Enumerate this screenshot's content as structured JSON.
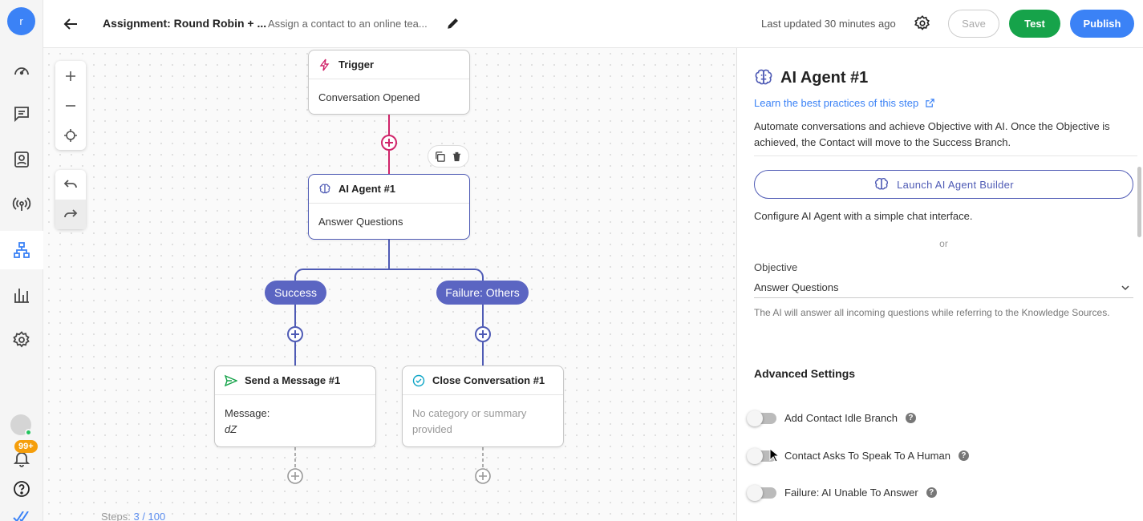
{
  "nav": {
    "avatar_initial": "r",
    "badge": "99+"
  },
  "header": {
    "title": "Assignment: Round Robin + ...",
    "subtitle": "Assign a contact to an online tea...",
    "last_updated": "Last updated 30 minutes ago",
    "save_label": "Save",
    "test_label": "Test",
    "publish_label": "Publish"
  },
  "canvas": {
    "trigger": {
      "title": "Trigger",
      "body": "Conversation Opened"
    },
    "agent": {
      "title": "AI Agent #1",
      "body": "Answer Questions"
    },
    "branch_success": "Success",
    "branch_failure": "Failure: Others",
    "send": {
      "title": "Send a Message #1",
      "body_label": "Message:",
      "body_value": "dZ"
    },
    "close": {
      "title": "Close Conversation #1",
      "body": "No category or summary provided"
    },
    "steps_label": "Steps:",
    "steps_value": "3 / 100"
  },
  "panel": {
    "title": "AI Agent #1",
    "learn_link": "Learn the best practices of this step",
    "description": "Automate conversations and achieve Objective with AI. Once the Objective is achieved, the Contact will move to the Success Branch.",
    "launch_button": "Launch AI Agent Builder",
    "config_text": "Configure AI Agent with a simple chat interface.",
    "or_text": "or",
    "objective_label": "Objective",
    "objective_value": "Answer Questions",
    "objective_help": "The AI will answer all incoming questions while referring to the Knowledge Sources.",
    "advanced_title": "Advanced Settings",
    "toggles": [
      {
        "label": "Add Contact Idle Branch",
        "on": false
      },
      {
        "label": "Contact Asks To Speak To A Human",
        "on": false
      },
      {
        "label": "Failure: AI Unable To Answer",
        "on": false
      }
    ]
  },
  "colors": {
    "primary": "#3b82f6",
    "success_green": "#16a34a",
    "branch_purple": "#5b65c2",
    "trigger_pink": "#d0246a"
  }
}
